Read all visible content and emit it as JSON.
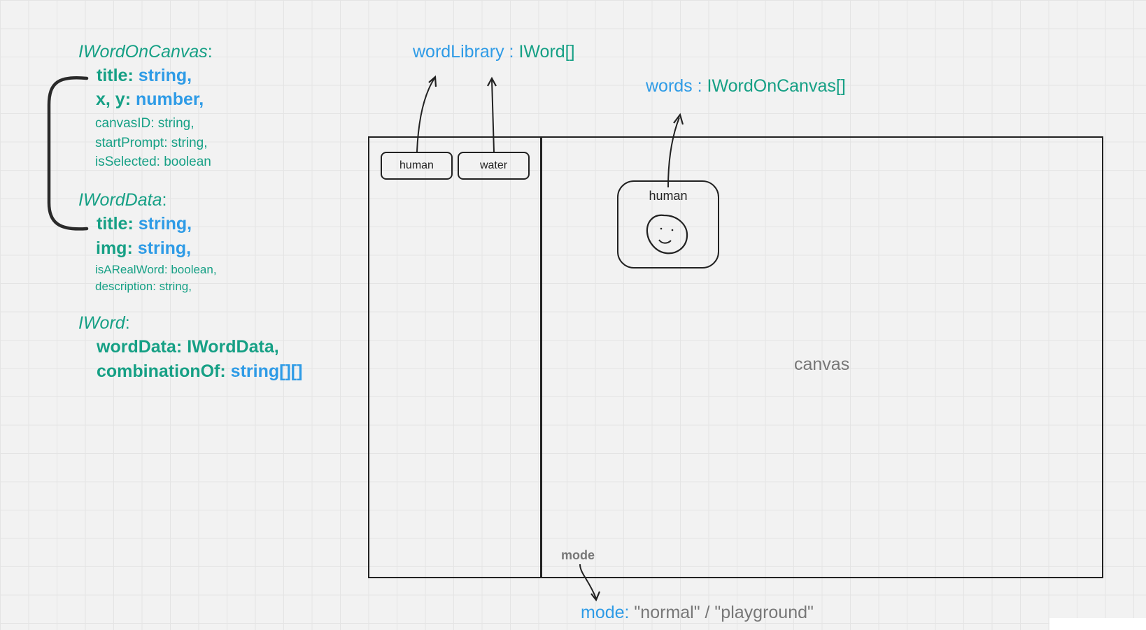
{
  "types": {
    "word_on_canvas": {
      "name": "IWordOnCanvas",
      "colon": ":",
      "fields": [
        {
          "key": "title:",
          "type": "string,"
        },
        {
          "key": "x, y:",
          "type": "number,"
        }
      ],
      "extra": [
        "canvasID: string,",
        "startPrompt: string,",
        "isSelected: boolean"
      ]
    },
    "word_data": {
      "name": "IWordData",
      "colon": ":",
      "fields": [
        {
          "key": "title:",
          "type": "string,"
        },
        {
          "key": "img:",
          "type": "string,"
        }
      ],
      "extra": [
        "isARealWord: boolean,",
        "description: string,"
      ]
    },
    "word": {
      "name": "IWord",
      "colon": ":",
      "fields": [
        {
          "key": "wordData:",
          "type": "IWordData,"
        },
        {
          "key": "combinationOf:",
          "type": "string[][]"
        }
      ]
    }
  },
  "labels": {
    "word_library": {
      "name": "wordLibrary",
      "sep": " : ",
      "type": "IWord[]"
    },
    "words": {
      "name": "words",
      "sep": " : ",
      "type": "IWordOnCanvas[]"
    },
    "canvas": "canvas",
    "mode_tag": "mode",
    "mode": {
      "name": "mode:",
      "value": " \"normal\" / \"playground\""
    }
  },
  "sidebar_chips": [
    "human",
    "water"
  ],
  "canvas_word": {
    "title": "human"
  },
  "colors": {
    "green": "#16a085",
    "blue": "#2e9be6",
    "ink": "#222222",
    "grid": "#e4e4e4"
  }
}
